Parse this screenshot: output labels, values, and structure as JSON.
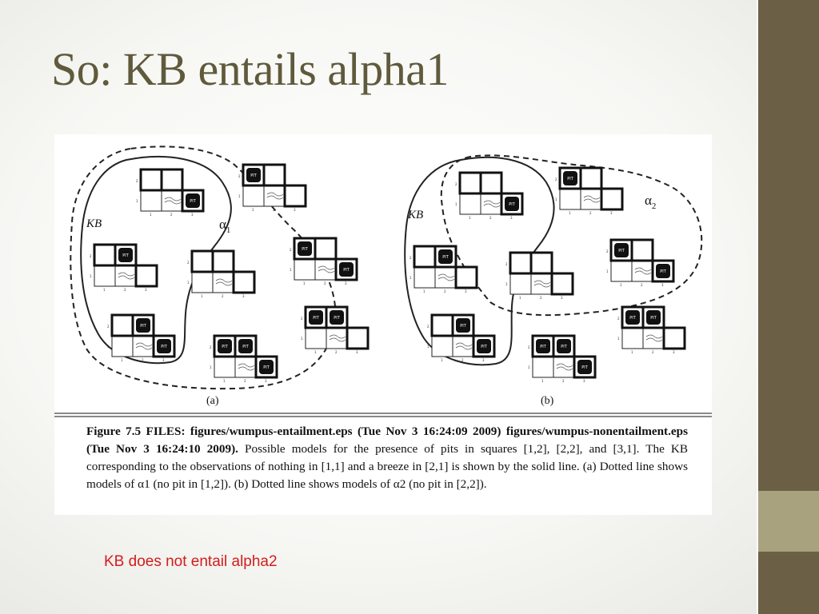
{
  "slide": {
    "title": "So: KB entails alpha1",
    "note": "KB does not entail alpha2"
  },
  "figure": {
    "panel_a": {
      "label": "(a)",
      "kb_label": "KB",
      "alpha_symbol": "α",
      "alpha_sub": "1"
    },
    "panel_b": {
      "label": "(b)",
      "kb_label": "KB",
      "alpha_symbol": "α",
      "alpha_sub": "2"
    },
    "cell_texts": {
      "pit": "PIT",
      "breeze": "Breeze",
      "row1": "1",
      "row2": "2",
      "col1": "1",
      "col2": "2",
      "col3": "3"
    },
    "caption": {
      "bold_part": "Figure 7.5 FILES: figures/wumpus-entailment.eps (Tue Nov 3 16:24:09 2009) figures/wumpus-nonentailment.eps (Tue Nov 3 16:24:10 2009).",
      "rest": "Possible models for the presence of pits in squares [1,2], [2,2], and [3,1]. The KB corresponding to the observations of nothing in [1,1] and a breeze in [2,1] is shown by the solid line. (a) Dotted line shows models of α1 (no pit in [1,2]). (b) Dotted line shows models of α2 (no pit in [2,2])."
    }
  },
  "colors": {
    "sidebar": "#6b6046",
    "sidebar_accent": "#a8a27f",
    "title": "#5f5a3c",
    "note": "#d31d1d"
  }
}
